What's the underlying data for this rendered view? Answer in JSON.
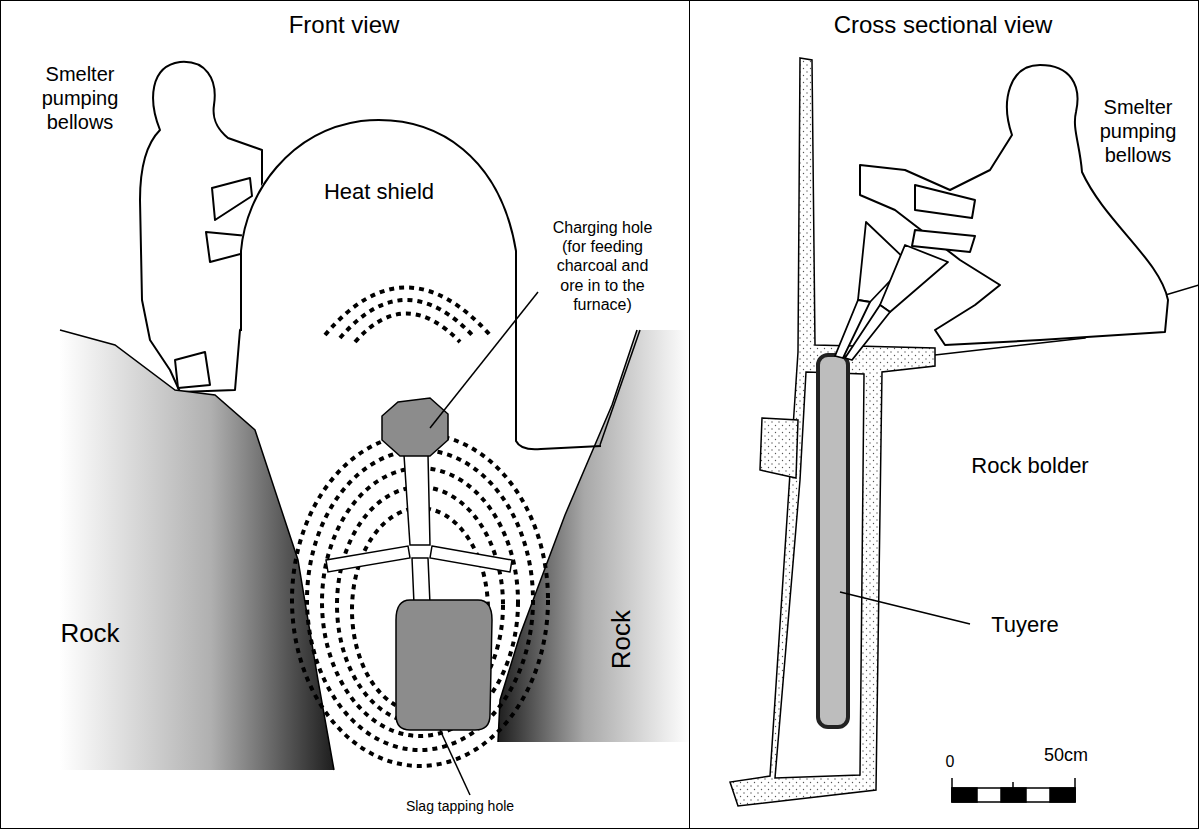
{
  "diagram": {
    "nodes": [
      {
        "text": [
          "Front view"
        ]
      },
      {
        "text": [
          "Heat shield"
        ],
        "in": 0
      },
      {
        "text": [
          "Cross sectional view"
        ]
      }
    ],
    "labels": [
      "Smelter pumping bellows",
      "Charging hole (for feeding charcoal and ore in to the furnace)",
      "Rock",
      "Rock",
      "Slag tapping hole",
      "Smelter pumping bellows",
      "Rock bolder",
      "Tuyere",
      "0",
      "50cm"
    ]
  }
}
